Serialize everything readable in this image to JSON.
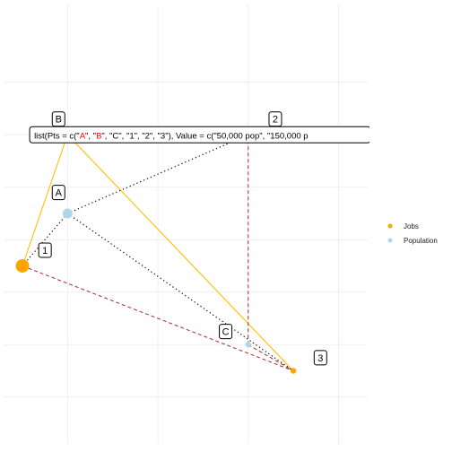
{
  "chart_data": {
    "type": "scatter",
    "title": "",
    "xlabel": "",
    "ylabel": "",
    "grid": true,
    "legend_position": "right",
    "colors": {
      "Jobs": "#ffa500",
      "Population": "#add8e6",
      "solid_line": "#ffc000",
      "dashed_line": "#a52a2a",
      "dotted_line": "#000000"
    },
    "legend": [
      {
        "name": "Jobs",
        "color": "#ffa500"
      },
      {
        "name": "Population",
        "color": "#add8e6"
      }
    ],
    "point_labels": [
      {
        "text": "B",
        "x": 0.4,
        "y": 5.8
      },
      {
        "text": "2",
        "x": 2.8,
        "y": 5.8
      },
      {
        "text": "A",
        "x": 0.4,
        "y": 4.4
      },
      {
        "text": "1",
        "x": 0.25,
        "y": 3.3
      },
      {
        "text": "C",
        "x": 2.25,
        "y": 1.75
      },
      {
        "text": "3",
        "x": 3.3,
        "y": 1.25
      }
    ],
    "points": [
      {
        "group": "Jobs",
        "x": 0,
        "y": 3,
        "size": 3
      },
      {
        "group": "Jobs",
        "x": 3,
        "y": 1,
        "size": 1
      },
      {
        "group": "Population",
        "x": 0.5,
        "y": 4,
        "size": 2
      },
      {
        "group": "Population",
        "x": 2.5,
        "y": 1.5,
        "size": 1
      }
    ],
    "annotation": {
      "x": 0.1,
      "y": 5.5,
      "parts": [
        {
          "text": "list(Pts = c(\"",
          "color": "#000000"
        },
        {
          "text": "A",
          "color": "#ff0000"
        },
        {
          "text": "\", \"",
          "color": "#000000"
        },
        {
          "text": "B",
          "color": "#ff0000"
        },
        {
          "text": "\", \"C\", \"1\", \"2\", \"3\"), Value = c(\"50,000 pop\", \"150,000 p",
          "color": "#000000"
        }
      ]
    },
    "segments": [
      {
        "style": "solid",
        "from": [
          0,
          3
        ],
        "to": [
          0.5,
          5.5
        ]
      },
      {
        "style": "solid",
        "from": [
          0.5,
          5.5
        ],
        "to": [
          3,
          1
        ]
      },
      {
        "style": "dotted",
        "from": [
          0,
          3
        ],
        "to": [
          0.5,
          4
        ]
      },
      {
        "style": "dotted",
        "from": [
          0.5,
          4
        ],
        "to": [
          2.5,
          5.5
        ]
      },
      {
        "style": "dotted",
        "from": [
          0.5,
          4
        ],
        "to": [
          3,
          1
        ]
      },
      {
        "style": "dashed",
        "from": [
          0,
          3
        ],
        "to": [
          3,
          1
        ]
      },
      {
        "style": "dashed",
        "from": [
          2.5,
          1.5
        ],
        "to": [
          3,
          1
        ]
      },
      {
        "style": "dashed",
        "from": [
          2.5,
          1.5
        ],
        "to": [
          2.5,
          5.5
        ]
      }
    ]
  }
}
